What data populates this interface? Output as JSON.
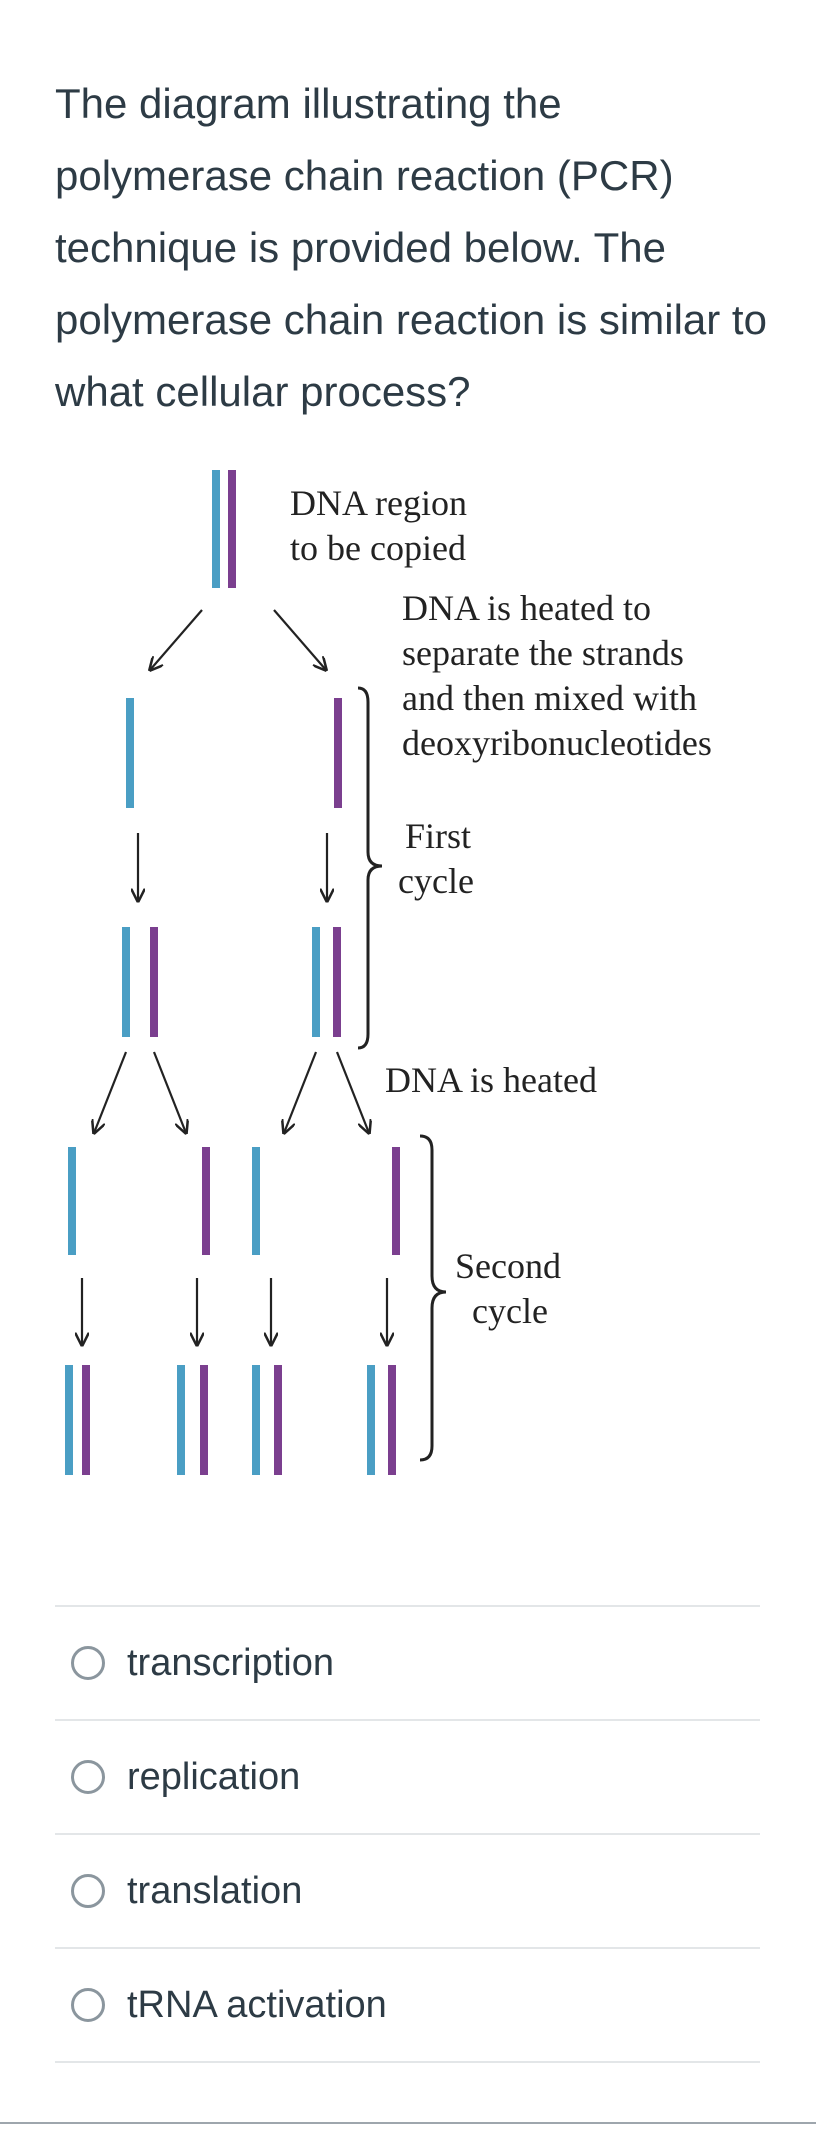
{
  "question": {
    "text": "The diagram illustrating the polymerase chain reaction (PCR) technique is provided below. The polymerase chain reaction is similar to what cellular process?"
  },
  "diagram": {
    "colors": {
      "template_strand": "#4a9ec4",
      "new_strand": "#7b3f8f"
    },
    "labels": {
      "region_1": "DNA region",
      "region_2": "to be copied",
      "heated_1": "DNA is heated to",
      "heated_2": "separate the strands",
      "heated_3": "and then mixed with",
      "heated_4": "deoxyribonucleotides",
      "first_1": "First",
      "first_2": "cycle",
      "heated_again": "DNA is heated",
      "second_1": "Second",
      "second_2": "cycle"
    }
  },
  "choices": [
    {
      "label": "transcription"
    },
    {
      "label": "replication"
    },
    {
      "label": "translation"
    },
    {
      "label": "tRNA activation"
    }
  ]
}
